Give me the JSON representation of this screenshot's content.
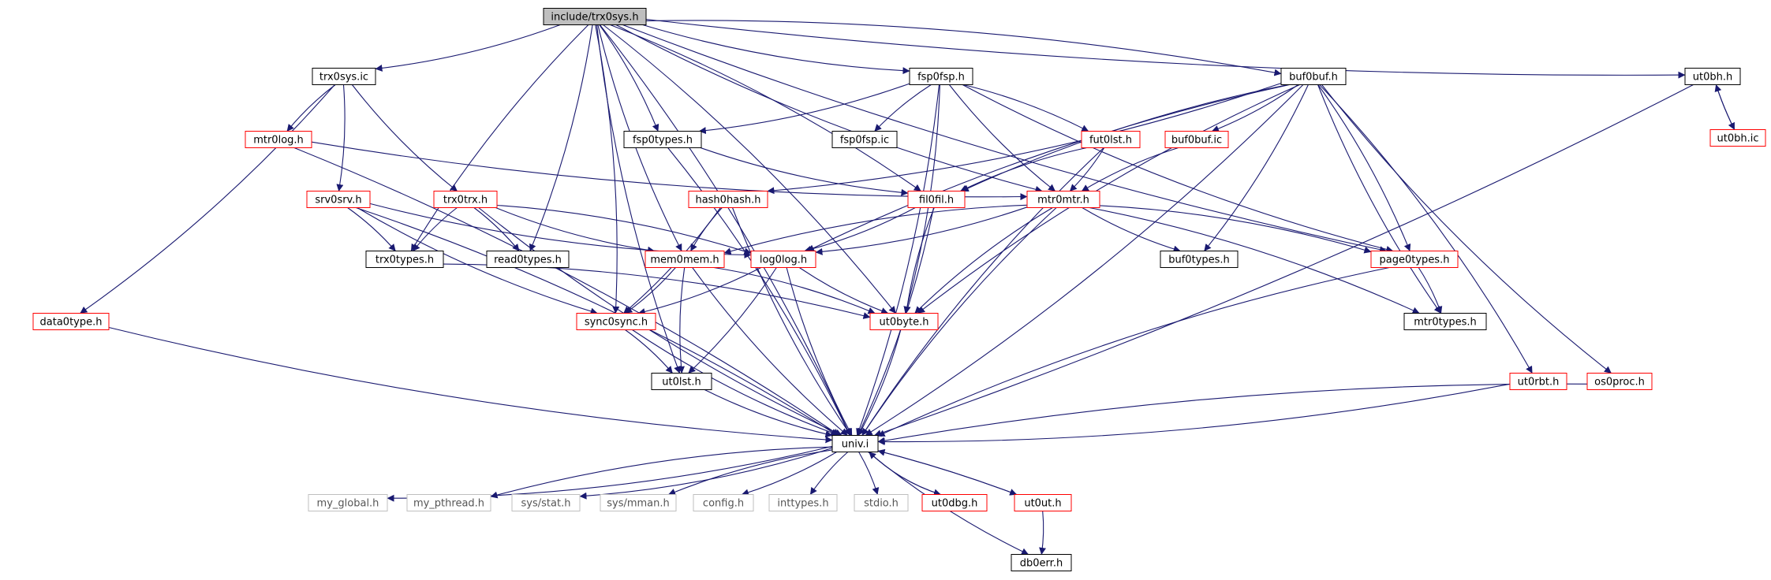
{
  "colors": {
    "edge": "#191970",
    "box_black": "#000000",
    "box_red": "#ff0000",
    "box_grey": "#bfbfbf",
    "root_fill": "#bfbfbf",
    "text": "#000000",
    "text_grey": "#000000"
  },
  "nodes": [
    {
      "id": "root",
      "label": "include/trx0sys.h",
      "style": "root"
    },
    {
      "id": "trx0sys_ic",
      "label": "trx0sys.ic",
      "style": "black"
    },
    {
      "id": "fsp0fsp_h",
      "label": "fsp0fsp.h",
      "style": "black"
    },
    {
      "id": "buf0buf_h",
      "label": "buf0buf.h",
      "style": "black"
    },
    {
      "id": "ut0bh_h",
      "label": "ut0bh.h",
      "style": "black"
    },
    {
      "id": "ut0bh_ic",
      "label": "ut0bh.ic",
      "style": "red"
    },
    {
      "id": "mtr0log_h",
      "label": "mtr0log.h",
      "style": "red"
    },
    {
      "id": "fsp0types_h",
      "label": "fsp0types.h",
      "style": "black"
    },
    {
      "id": "fsp0fsp_ic",
      "label": "fsp0fsp.ic",
      "style": "black"
    },
    {
      "id": "fut0lst_h",
      "label": "fut0lst.h",
      "style": "red"
    },
    {
      "id": "buf0buf_ic",
      "label": "buf0buf.ic",
      "style": "red"
    },
    {
      "id": "srv0srv_h",
      "label": "srv0srv.h",
      "style": "red"
    },
    {
      "id": "trx0trx_h",
      "label": "trx0trx.h",
      "style": "red"
    },
    {
      "id": "hash0hash_h",
      "label": "hash0hash.h",
      "style": "red"
    },
    {
      "id": "fil0fil_h",
      "label": "fil0fil.h",
      "style": "red"
    },
    {
      "id": "mtr0mtr_h",
      "label": "mtr0mtr.h",
      "style": "red"
    },
    {
      "id": "trx0types_h",
      "label": "trx0types.h",
      "style": "black"
    },
    {
      "id": "read0types_h",
      "label": "read0types.h",
      "style": "black"
    },
    {
      "id": "mem0mem_h",
      "label": "mem0mem.h",
      "style": "red"
    },
    {
      "id": "log0log_h",
      "label": "log0log.h",
      "style": "red"
    },
    {
      "id": "buf0types_h",
      "label": "buf0types.h",
      "style": "black"
    },
    {
      "id": "page0types_h",
      "label": "page0types.h",
      "style": "red"
    },
    {
      "id": "data0type_h",
      "label": "data0type.h",
      "style": "red"
    },
    {
      "id": "sync0sync_h",
      "label": "sync0sync.h",
      "style": "red"
    },
    {
      "id": "ut0byte_h",
      "label": "ut0byte.h",
      "style": "red"
    },
    {
      "id": "mtr0types_h",
      "label": "mtr0types.h",
      "style": "black"
    },
    {
      "id": "ut0lst_h",
      "label": "ut0lst.h",
      "style": "black"
    },
    {
      "id": "ut0rbt_h",
      "label": "ut0rbt.h",
      "style": "red"
    },
    {
      "id": "os0proc_h",
      "label": "os0proc.h",
      "style": "red"
    },
    {
      "id": "univ_i",
      "label": "univ.i",
      "style": "black"
    },
    {
      "id": "my_global_h",
      "label": "my_global.h",
      "style": "grey"
    },
    {
      "id": "my_pthread_h",
      "label": "my_pthread.h",
      "style": "grey"
    },
    {
      "id": "sys_stat_h",
      "label": "sys/stat.h",
      "style": "grey"
    },
    {
      "id": "sys_mman_h",
      "label": "sys/mman.h",
      "style": "grey"
    },
    {
      "id": "config_h",
      "label": "config.h",
      "style": "grey"
    },
    {
      "id": "inttypes_h",
      "label": "inttypes.h",
      "style": "grey"
    },
    {
      "id": "stdio_h",
      "label": "stdio.h",
      "style": "grey"
    },
    {
      "id": "ut0dbg_h",
      "label": "ut0dbg.h",
      "style": "red"
    },
    {
      "id": "ut0ut_h",
      "label": "ut0ut.h",
      "style": "red"
    },
    {
      "id": "db0err_h",
      "label": "db0err.h",
      "style": "black"
    }
  ],
  "edges": [
    [
      "root",
      "trx0sys_ic"
    ],
    [
      "root",
      "fsp0fsp_h"
    ],
    [
      "root",
      "buf0buf_h"
    ],
    [
      "root",
      "ut0bh_h"
    ],
    [
      "root",
      "fsp0types_h"
    ],
    [
      "root",
      "mtr0mtr_h"
    ],
    [
      "root",
      "fil0fil_h"
    ],
    [
      "root",
      "trx0types_h"
    ],
    [
      "root",
      "read0types_h"
    ],
    [
      "root",
      "mem0mem_h"
    ],
    [
      "root",
      "ut0byte_h"
    ],
    [
      "root",
      "page0types_h"
    ],
    [
      "root",
      "sync0sync_h"
    ],
    [
      "root",
      "ut0lst_h"
    ],
    [
      "root",
      "univ_i"
    ],
    [
      "trx0sys_ic",
      "mtr0log_h"
    ],
    [
      "trx0sys_ic",
      "srv0srv_h"
    ],
    [
      "trx0sys_ic",
      "trx0trx_h"
    ],
    [
      "trx0sys_ic",
      "data0type_h"
    ],
    [
      "mtr0log_h",
      "mtr0mtr_h"
    ],
    [
      "mtr0log_h",
      "univ_i"
    ],
    [
      "srv0srv_h",
      "log0log_h"
    ],
    [
      "srv0srv_h",
      "trx0types_h"
    ],
    [
      "srv0srv_h",
      "sync0sync_h"
    ],
    [
      "srv0srv_h",
      "univ_i"
    ],
    [
      "trx0trx_h",
      "trx0types_h"
    ],
    [
      "trx0trx_h",
      "read0types_h"
    ],
    [
      "trx0trx_h",
      "mem0mem_h"
    ],
    [
      "trx0trx_h",
      "log0log_h"
    ],
    [
      "trx0trx_h",
      "univ_i"
    ],
    [
      "trx0types_h",
      "ut0byte_h"
    ],
    [
      "data0type_h",
      "univ_i"
    ],
    [
      "fsp0fsp_h",
      "fsp0types_h"
    ],
    [
      "fsp0fsp_h",
      "fsp0fsp_ic"
    ],
    [
      "fsp0fsp_h",
      "fut0lst_h"
    ],
    [
      "fsp0fsp_h",
      "mtr0mtr_h"
    ],
    [
      "fsp0fsp_h",
      "ut0byte_h"
    ],
    [
      "fsp0fsp_h",
      "page0types_h"
    ],
    [
      "fsp0fsp_h",
      "univ_i"
    ],
    [
      "fsp0types_h",
      "fil0fil_h"
    ],
    [
      "fsp0types_h",
      "univ_i"
    ],
    [
      "fut0lst_h",
      "fil0fil_h"
    ],
    [
      "fut0lst_h",
      "mtr0mtr_h"
    ],
    [
      "fut0lst_h",
      "univ_i"
    ],
    [
      "buf0buf_h",
      "hash0hash_h"
    ],
    [
      "buf0buf_h",
      "fil0fil_h"
    ],
    [
      "buf0buf_h",
      "buf0buf_ic"
    ],
    [
      "buf0buf_h",
      "log0log_h"
    ],
    [
      "buf0buf_h",
      "buf0types_h"
    ],
    [
      "buf0buf_h",
      "ut0byte_h"
    ],
    [
      "buf0buf_h",
      "page0types_h"
    ],
    [
      "buf0buf_h",
      "mtr0types_h"
    ],
    [
      "buf0buf_h",
      "ut0rbt_h"
    ],
    [
      "buf0buf_h",
      "os0proc_h"
    ],
    [
      "buf0buf_h",
      "univ_i"
    ],
    [
      "buf0buf_ic",
      "mtr0mtr_h"
    ],
    [
      "ut0bh_h",
      "ut0bh_ic"
    ],
    [
      "ut0bh_ic",
      "ut0bh_h"
    ],
    [
      "ut0bh_h",
      "univ_i"
    ],
    [
      "hash0hash_h",
      "mem0mem_h"
    ],
    [
      "hash0hash_h",
      "sync0sync_h"
    ],
    [
      "hash0hash_h",
      "univ_i"
    ],
    [
      "fil0fil_h",
      "log0log_h"
    ],
    [
      "fil0fil_h",
      "ut0byte_h"
    ],
    [
      "fil0fil_h",
      "univ_i"
    ],
    [
      "mtr0mtr_h",
      "mem0mem_h"
    ],
    [
      "mtr0mtr_h",
      "log0log_h"
    ],
    [
      "mtr0mtr_h",
      "buf0types_h"
    ],
    [
      "mtr0mtr_h",
      "page0types_h"
    ],
    [
      "mtr0mtr_h",
      "ut0byte_h"
    ],
    [
      "mtr0mtr_h",
      "mtr0types_h"
    ],
    [
      "mtr0mtr_h",
      "univ_i"
    ],
    [
      "mem0mem_h",
      "sync0sync_h"
    ],
    [
      "mem0mem_h",
      "ut0lst_h"
    ],
    [
      "mem0mem_h",
      "ut0byte_h"
    ],
    [
      "mem0mem_h",
      "univ_i"
    ],
    [
      "log0log_h",
      "sync0sync_h"
    ],
    [
      "log0log_h",
      "ut0byte_h"
    ],
    [
      "log0log_h",
      "ut0lst_h"
    ],
    [
      "log0log_h",
      "univ_i"
    ],
    [
      "page0types_h",
      "mtr0types_h"
    ],
    [
      "page0types_h",
      "univ_i"
    ],
    [
      "sync0sync_h",
      "ut0lst_h"
    ],
    [
      "sync0sync_h",
      "univ_i"
    ],
    [
      "ut0byte_h",
      "univ_i"
    ],
    [
      "ut0lst_h",
      "univ_i"
    ],
    [
      "ut0rbt_h",
      "univ_i"
    ],
    [
      "os0proc_h",
      "univ_i"
    ],
    [
      "univ_i",
      "my_global_h"
    ],
    [
      "univ_i",
      "my_pthread_h"
    ],
    [
      "univ_i",
      "sys_stat_h"
    ],
    [
      "univ_i",
      "sys_mman_h"
    ],
    [
      "univ_i",
      "config_h"
    ],
    [
      "univ_i",
      "inttypes_h"
    ],
    [
      "univ_i",
      "stdio_h"
    ],
    [
      "univ_i",
      "ut0dbg_h"
    ],
    [
      "univ_i",
      "ut0ut_h"
    ],
    [
      "univ_i",
      "db0err_h"
    ],
    [
      "ut0dbg_h",
      "univ_i"
    ],
    [
      "ut0ut_h",
      "univ_i"
    ],
    [
      "ut0ut_h",
      "db0err_h"
    ]
  ]
}
